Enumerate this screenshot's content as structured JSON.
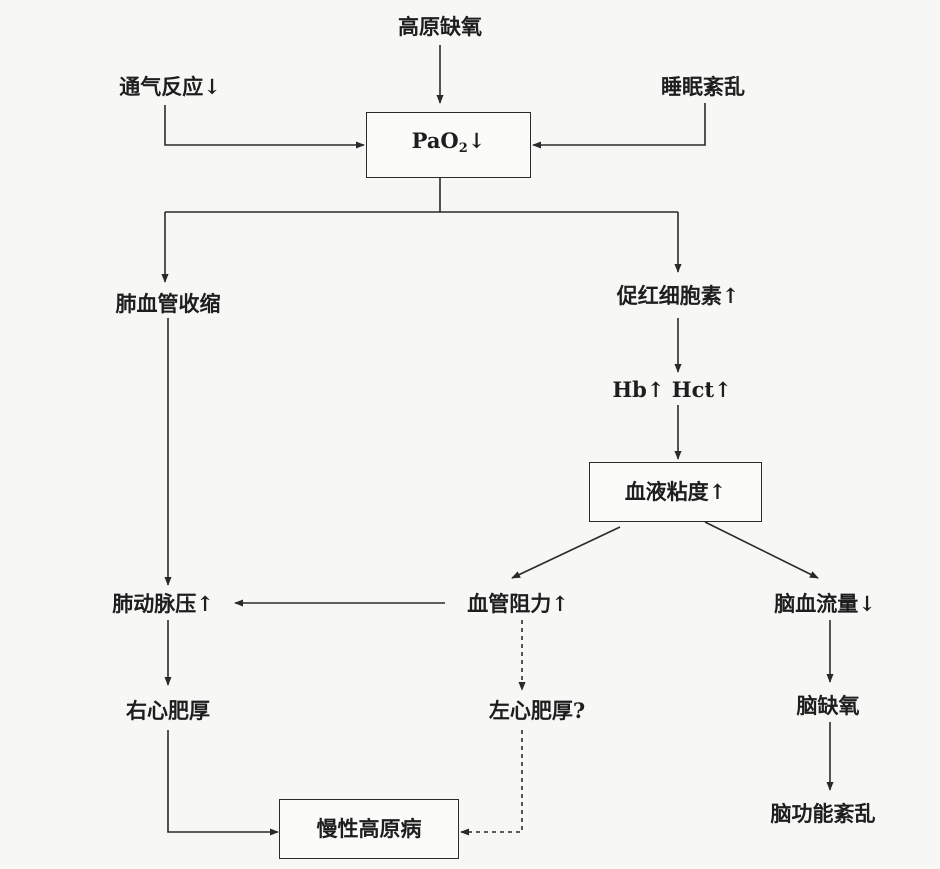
{
  "nodes": {
    "altitude_hypoxia": "高原缺氧",
    "ventilation_response": "通气反应↓",
    "sleep_disorder": "睡眠紊乱",
    "pao2": {
      "base": "PaO",
      "sub": "2",
      "arrow": "↓"
    },
    "pulmonary_vasoconstriction": "肺血管收缩",
    "erythropoietin": "促红细胞素↑",
    "hb_hct": "Hb↑ Hct↑",
    "blood_viscosity": "血液粘度↑",
    "pulmonary_artery_pressure": "肺动脉压↑",
    "vascular_resistance": "血管阻力↑",
    "cerebral_blood_flow": "脑血流量↓",
    "right_hypertrophy": "右心肥厚",
    "left_hypertrophy": "左心肥厚?",
    "cerebral_hypoxia": "脑缺氧",
    "chronic_mountain_sickness": "慢性高原病",
    "brain_dysfunction": "脑功能紊乱"
  },
  "colors": {
    "line": "#2a2a2a",
    "background": "#f7f7f5"
  }
}
